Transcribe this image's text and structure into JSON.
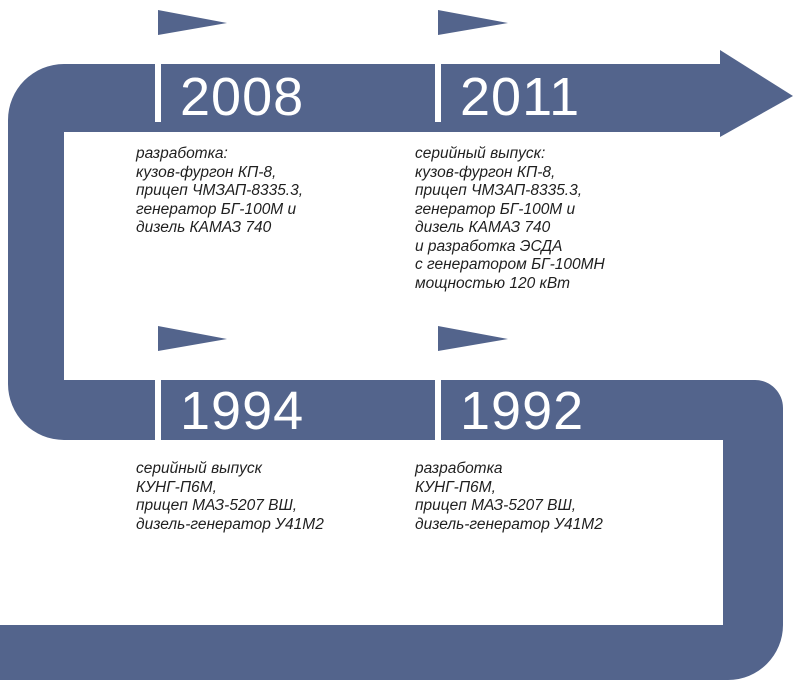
{
  "colors": {
    "track": "#53648c",
    "flag": "#53648c",
    "pole": "#ffffff",
    "text": "#1f1f1f"
  },
  "milestones": [
    {
      "year": "2008",
      "lines": [
        "разработка:",
        "кузов-фургон КП-8,",
        "прицеп ЧМЗАП-8335.3,",
        "генератор БГ-100М и",
        "дизель КАМАЗ 740"
      ]
    },
    {
      "year": "2011",
      "lines": [
        "серийный выпуск:",
        "кузов-фургон КП-8,",
        "прицеп ЧМЗАП-8335.3,",
        "генератор БГ-100М и",
        "дизель КАМАЗ 740",
        "и разработка ЭСДА",
        "с генератором БГ-100МН",
        "мощностью 120 кВт"
      ]
    },
    {
      "year": "1994",
      "lines": [
        "серийный выпуск",
        "КУНГ-П6М,",
        "прицеп МАЗ-5207 ВШ,",
        "дизель-генератор У41М2"
      ]
    },
    {
      "year": "1992",
      "lines": [
        "разработка",
        "КУНГ-П6М,",
        "прицеп МАЗ-5207 ВШ,",
        "дизель-генератор У41М2"
      ]
    }
  ]
}
